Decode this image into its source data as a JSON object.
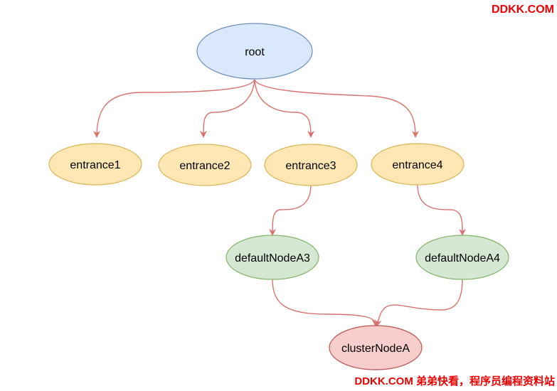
{
  "colors": {
    "edge": "#d9736f",
    "root_fill": "#dae8fc",
    "root_stroke": "#6c8ebf",
    "entrance_fill": "#ffe6b3",
    "entrance_stroke": "#d6b656",
    "default_fill": "#d5e8d4",
    "default_stroke": "#82b366",
    "cluster_fill": "#f8cecc",
    "cluster_stroke": "#b85450",
    "watermark": "#ee0000"
  },
  "nodes": {
    "root": "root",
    "entrance1": "entrance1",
    "entrance2": "entrance2",
    "entrance3": "entrance3",
    "entrance4": "entrance4",
    "defaultNodeA3": "defaultNodeA3",
    "defaultNodeA4": "defaultNodeA4",
    "clusterNodeA": "clusterNodeA"
  },
  "watermarks": {
    "top": "DDKK.COM",
    "bottom": "DDKK.COM 弟弟快看，程序员编程资料站"
  }
}
